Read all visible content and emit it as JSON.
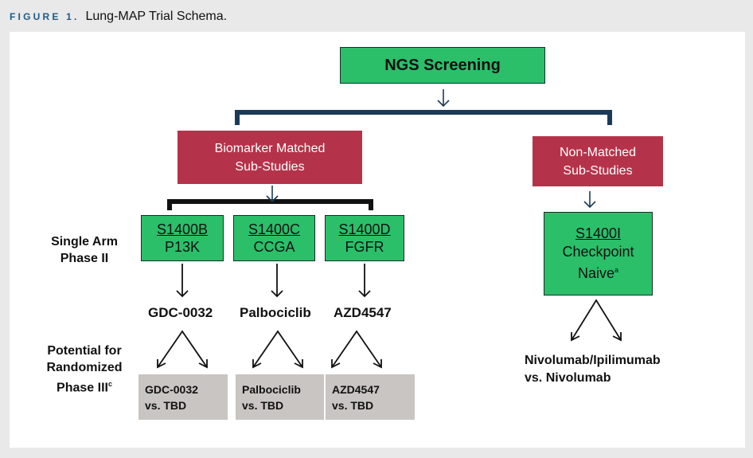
{
  "caption": {
    "label": "FIGURE 1.",
    "title": "Lung-MAP Trial Schema."
  },
  "screening": {
    "label": "NGS Screening"
  },
  "matched": {
    "line1": "Biomarker Matched",
    "line2": "Sub-Studies"
  },
  "non_matched": {
    "line1": "Non-Matched",
    "line2": "Sub-Studies"
  },
  "single_arm_label": {
    "line1": "Single Arm",
    "line2": "Phase II"
  },
  "potential_label": {
    "line1": "Potential for",
    "line2": "Randomized",
    "line3": "Phase III",
    "sup": "c"
  },
  "studies": [
    {
      "code": "S1400B",
      "target": "P13K",
      "drug": "GDC-0032",
      "phase3_line1": "GDC-0032",
      "phase3_line2": "vs. TBD"
    },
    {
      "code": "S1400C",
      "target": "CCGA",
      "drug": "Palbociclib",
      "phase3_line1": "Palbociclib",
      "phase3_line2": "vs. TBD"
    },
    {
      "code": "S1400D",
      "target": "FGFR",
      "drug": "AZD4547",
      "phase3_line1": "AZD4547",
      "phase3_line2": "vs. TBD"
    }
  ],
  "checkpoint": {
    "code": "S1400I",
    "line2": "Checkpoint",
    "line3": "Naive",
    "sup": "a"
  },
  "nivolumab": {
    "line1": "Nivolumab/Ipilimumab",
    "line2": "vs. Nivolumab"
  },
  "colors": {
    "green": "#2bbf6a",
    "crimson": "#b5334a",
    "navy_bracket": "#1b3a57",
    "gray_box": "#c8c5c2",
    "caption_blue": "#1d5b86"
  }
}
